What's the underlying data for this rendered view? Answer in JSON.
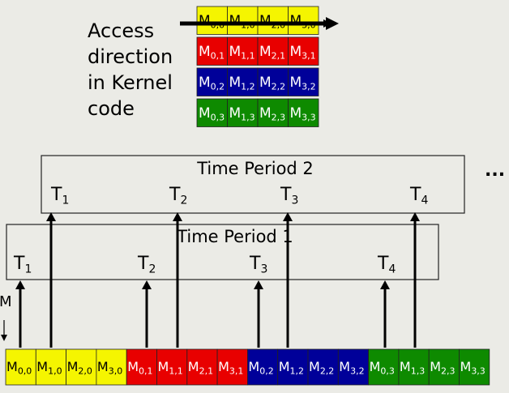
{
  "access_label": [
    "Access",
    "direction",
    "in Kernel",
    "code"
  ],
  "time_period_1": "Time Period 1",
  "time_period_2": "Time Period 2",
  "ellipsis": "...",
  "m_label": "M",
  "threads": [
    {
      "base": "T",
      "sub": "1"
    },
    {
      "base": "T",
      "sub": "2"
    },
    {
      "base": "T",
      "sub": "3"
    },
    {
      "base": "T",
      "sub": "4"
    }
  ],
  "colors": {
    "yellow": "#f5f500",
    "red": "#e80000",
    "blue": "#000099",
    "green": "#0e8a00",
    "background": "#ebebe6"
  },
  "matrix_rows": [
    {
      "color": "yellow",
      "text_color": "#000000",
      "cells": [
        {
          "base": "M",
          "sub": "0,0"
        },
        {
          "base": "M",
          "sub": "1,0"
        },
        {
          "base": "M",
          "sub": "2,0"
        },
        {
          "base": "M",
          "sub": "3,0"
        }
      ]
    },
    {
      "color": "red",
      "text_color": "#ffffff",
      "cells": [
        {
          "base": "M",
          "sub": "0,1"
        },
        {
          "base": "M",
          "sub": "1,1"
        },
        {
          "base": "M",
          "sub": "2,1"
        },
        {
          "base": "M",
          "sub": "3,1"
        }
      ]
    },
    {
      "color": "blue",
      "text_color": "#ffffff",
      "cells": [
        {
          "base": "M",
          "sub": "0,2"
        },
        {
          "base": "M",
          "sub": "1,2"
        },
        {
          "base": "M",
          "sub": "2,2"
        },
        {
          "base": "M",
          "sub": "3,2"
        }
      ]
    },
    {
      "color": "green",
      "text_color": "#ffffff",
      "cells": [
        {
          "base": "M",
          "sub": "0,3"
        },
        {
          "base": "M",
          "sub": "1,3"
        },
        {
          "base": "M",
          "sub": "2,3"
        },
        {
          "base": "M",
          "sub": "3,3"
        }
      ]
    }
  ],
  "linear_memory": [
    {
      "base": "M",
      "sub": "0,0",
      "color": "yellow",
      "text_color": "#000000"
    },
    {
      "base": "M",
      "sub": "1,0",
      "color": "yellow",
      "text_color": "#000000"
    },
    {
      "base": "M",
      "sub": "2,0",
      "color": "yellow",
      "text_color": "#000000"
    },
    {
      "base": "M",
      "sub": "3,0",
      "color": "yellow",
      "text_color": "#000000"
    },
    {
      "base": "M",
      "sub": "0,1",
      "color": "red",
      "text_color": "#ffffff"
    },
    {
      "base": "M",
      "sub": "1,1",
      "color": "red",
      "text_color": "#ffffff"
    },
    {
      "base": "M",
      "sub": "2,1",
      "color": "red",
      "text_color": "#ffffff"
    },
    {
      "base": "M",
      "sub": "3,1",
      "color": "red",
      "text_color": "#ffffff"
    },
    {
      "base": "M",
      "sub": "0,2",
      "color": "blue",
      "text_color": "#ffffff"
    },
    {
      "base": "M",
      "sub": "1,2",
      "color": "blue",
      "text_color": "#ffffff"
    },
    {
      "base": "M",
      "sub": "2,2",
      "color": "blue",
      "text_color": "#ffffff"
    },
    {
      "base": "M",
      "sub": "3,2",
      "color": "blue",
      "text_color": "#ffffff"
    },
    {
      "base": "M",
      "sub": "0,3",
      "color": "green",
      "text_color": "#ffffff"
    },
    {
      "base": "M",
      "sub": "1,3",
      "color": "green",
      "text_color": "#ffffff"
    },
    {
      "base": "M",
      "sub": "2,3",
      "color": "green",
      "text_color": "#ffffff"
    },
    {
      "base": "M",
      "sub": "3,3",
      "color": "green",
      "text_color": "#ffffff"
    }
  ]
}
